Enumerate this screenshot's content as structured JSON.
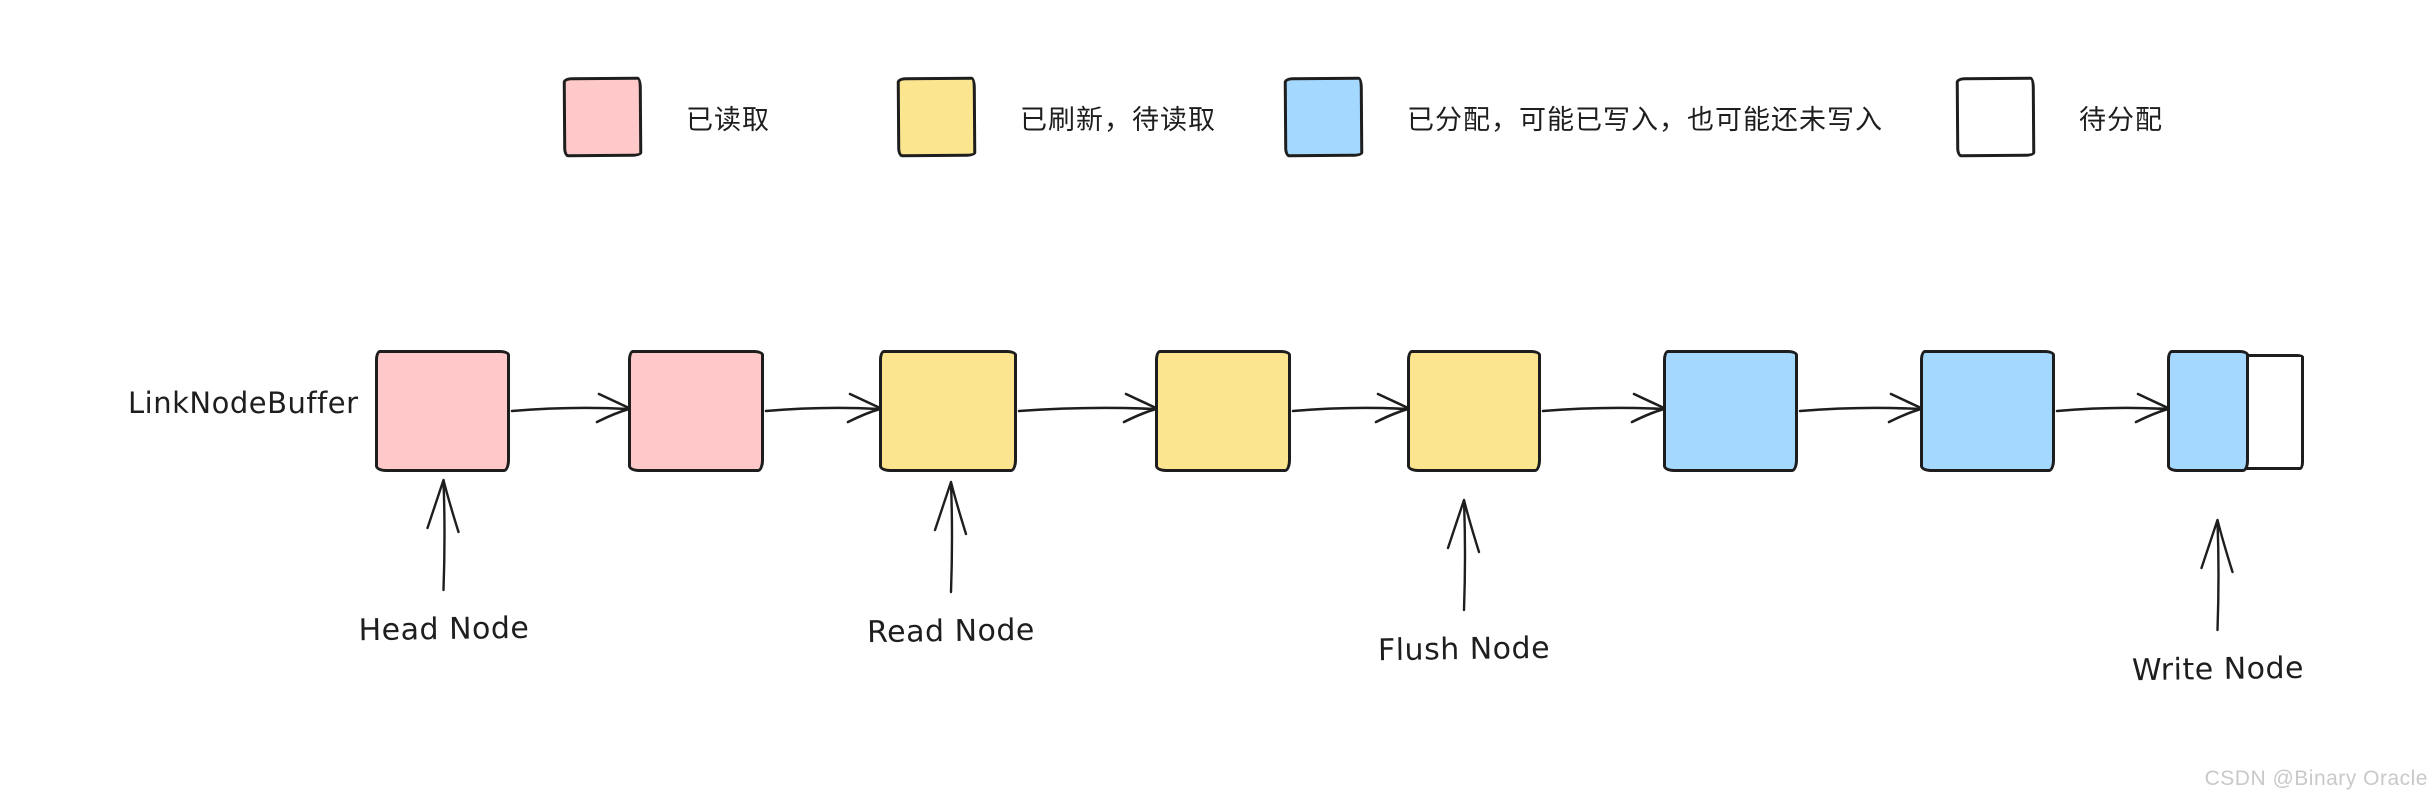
{
  "diagram": {
    "buffer_label": "LinkNodeBuffer",
    "nodes": [
      {
        "state": "read"
      },
      {
        "state": "read"
      },
      {
        "state": "flushed"
      },
      {
        "state": "flushed"
      },
      {
        "state": "flushed"
      },
      {
        "state": "allocated"
      },
      {
        "state": "allocated"
      },
      {
        "state": "split",
        "left_state": "allocated",
        "right_state": "pending"
      }
    ],
    "pointers": [
      {
        "label": "Head Node",
        "node_index": 0
      },
      {
        "label": "Read Node",
        "node_index": 2
      },
      {
        "label": "Flush Node",
        "node_index": 4
      },
      {
        "label": "Write Node",
        "node_index": 7
      }
    ]
  },
  "legend": {
    "items": [
      {
        "state": "read",
        "label": "已读取"
      },
      {
        "state": "flushed",
        "label": "已刷新，待读取"
      },
      {
        "state": "allocated",
        "label": "已分配，可能已写入，也可能还未写入"
      },
      {
        "state": "pending",
        "label": "待分配"
      }
    ]
  },
  "colors": {
    "read": "#FFC9C9",
    "flushed": "#FBE58F",
    "allocated": "#A5D8FF",
    "pending": "#FFFFFF",
    "stroke": "#1E1E1E",
    "watermark": "#C9C9C9"
  },
  "watermark": {
    "text": "CSDN @Binary Oracle"
  }
}
